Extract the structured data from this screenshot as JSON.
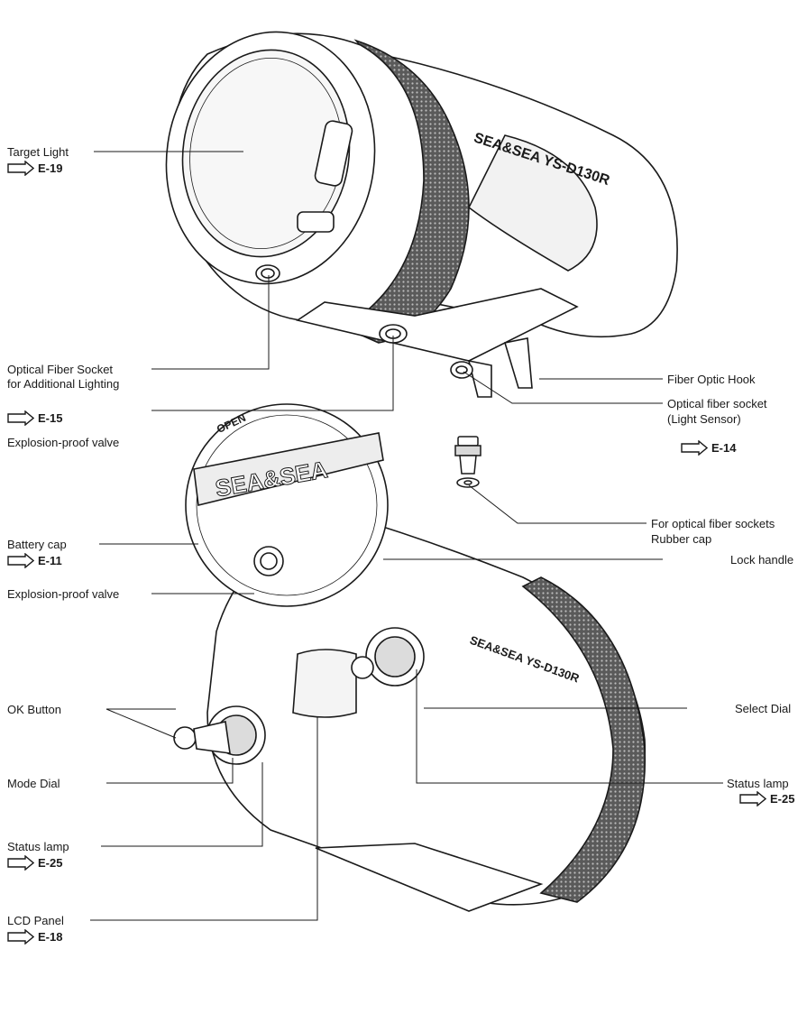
{
  "labels": {
    "target_light": "Target Light",
    "target_light_ref": "E-19",
    "fiber_socket_line1": "Optical Fiber Socket",
    "fiber_socket_line2": "for Additional Lighting",
    "fiber_socket_ref": "E-15",
    "explosion_valve_top": "Explosion-proof valve",
    "fiber_optic_hook": "Fiber Optic Hook",
    "light_sensor_line1": "Optical fiber socket",
    "light_sensor_line2": "(Light Sensor)",
    "light_sensor_ref": "E-14",
    "rubber_cap_line1": "For optical fiber sockets",
    "rubber_cap_line2": "Rubber cap",
    "battery_cap": "Battery cap",
    "battery_cap_ref": "E-11",
    "lock_handle": "Lock handle",
    "explosion_valve_bottom": "Explosion-proof valve",
    "ok_button": "OK Button",
    "select_dial": "Select Dial",
    "mode_dial": "Mode Dial",
    "status_lamp_right": "Status lamp",
    "status_lamp_right_ref": "E-25",
    "status_lamp_left": "Status lamp",
    "status_lamp_left_ref": "E-25",
    "lcd_panel": "LCD Panel",
    "lcd_panel_ref": "E-18"
  },
  "product_markings": {
    "brand": "SEA&SEA",
    "model": "YS-D130R",
    "open": "OPEN"
  }
}
